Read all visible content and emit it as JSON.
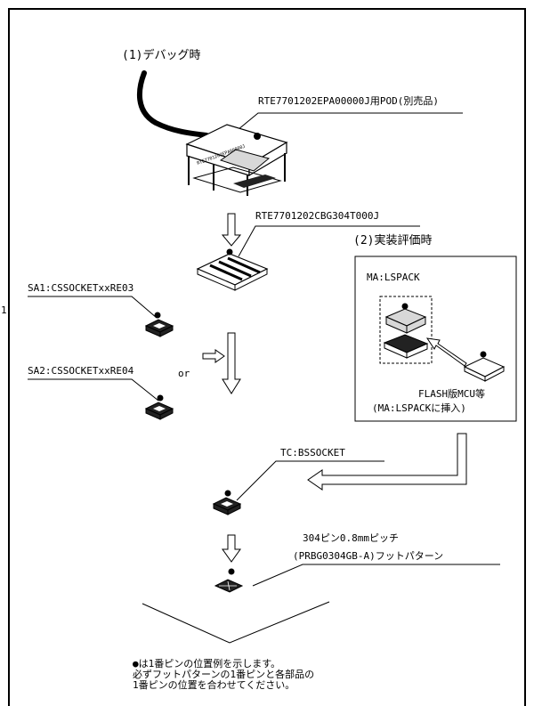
{
  "colors": {
    "line": "#000000",
    "background": "#ffffff",
    "fill_gray": "#d8d8d8",
    "fill_dark": "#222222"
  },
  "side_marker": "1",
  "sections": {
    "debug_title": "(1)デバッグ時",
    "eval_title": "(2)実装評価時"
  },
  "parts": {
    "pod": "RTE7701202EPA00000J用POD(別売品)",
    "pod_chip_text": "RTE7701202EPA00000J",
    "cbg": "RTE7701202CBG304T000J",
    "sa1": "SA1:CSSOCKETxxRE03",
    "sa2": "SA2:CSSOCKETxxRE04",
    "or": "or",
    "ma_lspack": "MA:LSPACK",
    "flash_mcu": "FLASH版MCU等",
    "flash_mcu_note": "(MA:LSPACKに挿入)",
    "tc_bssocket": "TC:BSSOCKET",
    "footprint_line1": "304ピン0.8mmピッチ",
    "footprint_line2": "(PRBG0304GB-A)フットパターン"
  },
  "notes": [
    "●は1番ピンの位置例を示します。",
    "必ずフットパターンの1番ピンと各部品の",
    "1番ピンの位置を合わせてください。"
  ]
}
